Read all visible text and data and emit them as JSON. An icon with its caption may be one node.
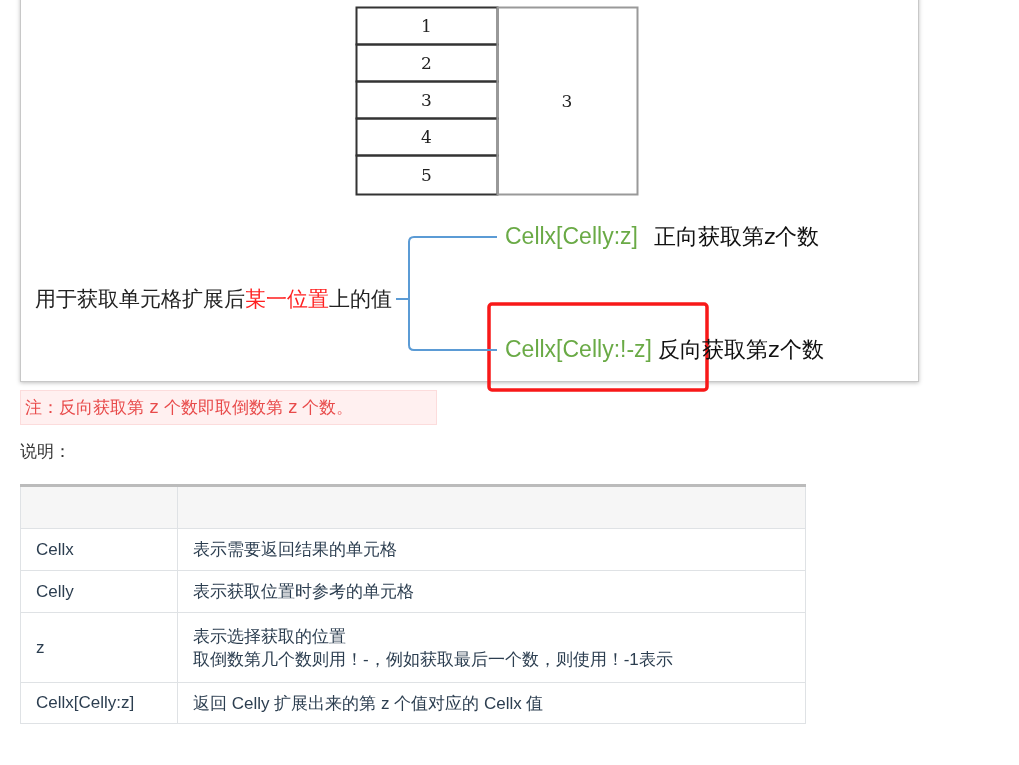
{
  "diagram": {
    "nodes": [
      {
        "text": [
          "用于获取单元格扩展后**某一位置**上的值"
        ]
      },
      {
        "text": [
          "Cellx[Celly:z]",
          "正向获取第z个数"
        ]
      },
      {
        "text": [
          "Cellx[Celly:!-z]",
          "反向获取第z个数"
        ]
      }
    ],
    "edges": [
      {
        "from": 0,
        "to": 1,
        "arrow": "none"
      },
      {
        "from": 0,
        "to": 2,
        "arrow": "none"
      }
    ],
    "labels": [
      "1",
      "2",
      "3",
      "4",
      "5",
      "3",
      "注：反向获取第 z 个数即取倒数第 z 个数。",
      "说明：",
      "Cellx",
      "表示需要返回结果的单元格",
      "Celly",
      "表示获取位置时参考的单元格",
      "z",
      "表示选择获取的位置",
      "取倒数第几个数则用！-，例如获取最后一个数，则使用！-1表示",
      "Cellx[Celly:z]",
      "返回 Celly 扩展出来的第 z 个值对应的 Cellx 值"
    ]
  }
}
